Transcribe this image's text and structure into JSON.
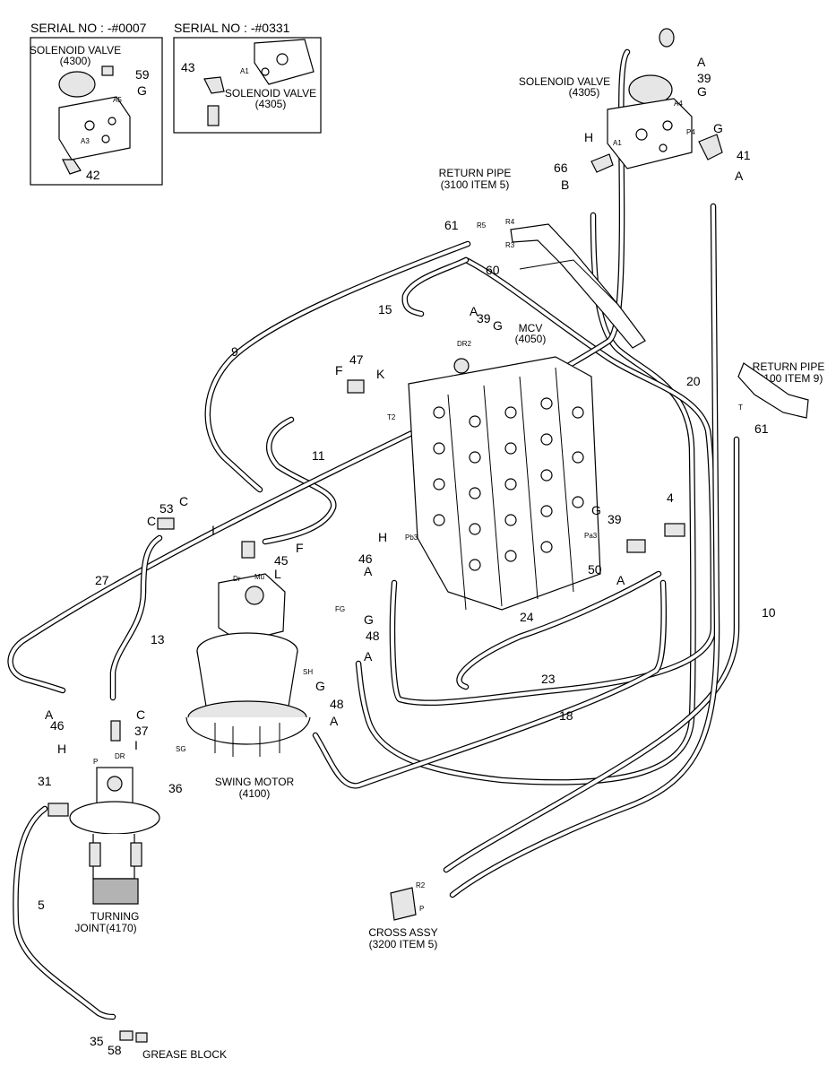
{
  "insets": [
    {
      "serial": "SERIAL NO : -#0007",
      "title": "SOLENOID VALVE",
      "code": "(4300)",
      "parts": [
        "59",
        "G",
        "42"
      ],
      "ports": [
        "A5",
        "A3"
      ]
    },
    {
      "serial": "SERIAL NO : -#0331",
      "title": "SOLENOID VALVE",
      "code": "(4305)",
      "parts": [
        "43"
      ],
      "ports": [
        "A1"
      ]
    }
  ],
  "components": {
    "solenoid_valve": {
      "title": "SOLENOID VALVE",
      "code": "(4305)"
    },
    "return_pipe_5": {
      "title": "RETURN PIPE",
      "code": "(3100 ITEM 5)"
    },
    "return_pipe_9": {
      "title": "RETURN PIPE",
      "code": "(3100 ITEM 9)"
    },
    "mcv": {
      "title": "MCV",
      "code": "(4050)"
    },
    "swing_motor": {
      "title": "SWING MOTOR",
      "code": "(4100)"
    },
    "turning_joint": {
      "title": "TURNING",
      "code": "JOINT(4170)"
    },
    "cross_assy": {
      "title": "CROSS ASSY",
      "code": "(3200 ITEM 5)"
    },
    "grease_block": {
      "title": "GREASE BLOCK"
    }
  },
  "callouts": {
    "sv": [
      "A",
      "39",
      "G",
      "G",
      "41",
      "A",
      "H",
      "66",
      "B"
    ],
    "rp5": [
      "61",
      "60"
    ],
    "rp9": [
      "61"
    ],
    "mcv": [
      "15",
      "A",
      "39",
      "G",
      "47",
      "F",
      "K",
      "G",
      "39",
      "4",
      "50",
      "A",
      "H",
      "46",
      "A"
    ],
    "hoses": [
      "9",
      "11",
      "20",
      "10",
      "27",
      "13",
      "24",
      "23",
      "18",
      "5"
    ],
    "swing": [
      "53",
      "C",
      "C",
      "I",
      "45",
      "L",
      "F",
      "G",
      "48",
      "A",
      "G",
      "48",
      "A"
    ],
    "tj": [
      "A",
      "46",
      "C",
      "37",
      "I",
      "H",
      "36",
      "31",
      "35",
      "58"
    ]
  },
  "ports": [
    "A4",
    "P4",
    "A1",
    "R5",
    "R4",
    "R3",
    "DR2",
    "T2",
    "Pb3",
    "Pa3",
    "Dr",
    "Mu",
    "FG",
    "SH",
    "SG",
    "DR",
    "P",
    "R2",
    "T",
    "P"
  ]
}
